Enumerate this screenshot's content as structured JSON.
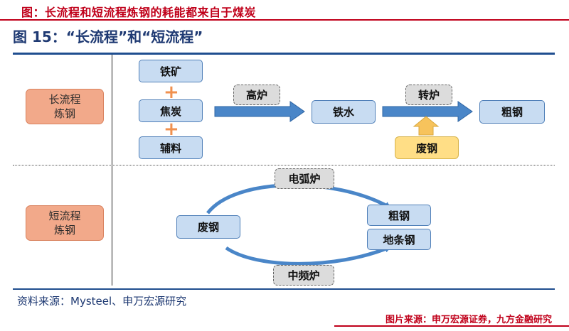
{
  "header": {
    "caption": "图：长流程和短流程炼钢的耗能都来自于煤炭"
  },
  "figure": {
    "title": "图 15：“长流程”和“短流程”"
  },
  "long_process": {
    "category": "长流程\n炼钢",
    "inputs": [
      "铁矿",
      "焦炭",
      "辅料"
    ],
    "plus": "+",
    "furnace_1": "高炉",
    "intermediate": "铁水",
    "furnace_2": "转炉",
    "additive": "废钢",
    "output": "粗钢"
  },
  "short_process": {
    "category": "短流程\n炼钢",
    "input": "废钢",
    "route_top": "电弧炉",
    "route_bottom": "中频炉",
    "outputs": [
      "粗钢",
      "地条钢"
    ]
  },
  "source": "资料来源：Mysteel、申万宏源研究",
  "credit": "图片来源：申万宏源证券，九方金融研究",
  "colors": {
    "header_red": "#c0001a",
    "title_blue": "#1f3a73",
    "arrow_blue": "#4a86c8",
    "category_orange": "#f2a98a",
    "node_blue": "#c8dcf2",
    "plus_orange": "#f0914f",
    "scrap_yellow": "#ffde86"
  }
}
